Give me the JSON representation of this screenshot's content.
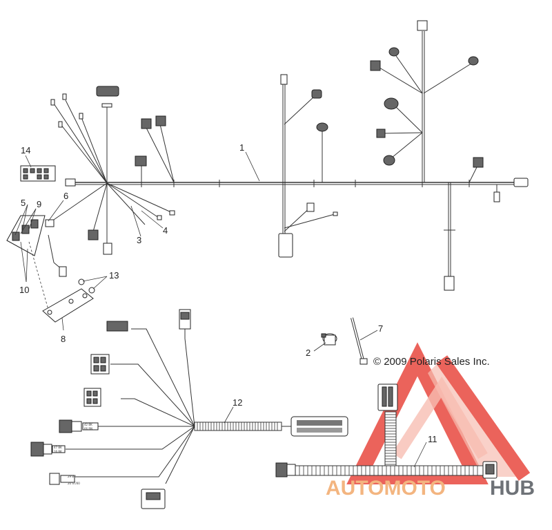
{
  "diagram": {
    "callouts": {
      "c1": "1",
      "c2": "2",
      "c3": "3",
      "c4": "4",
      "c5": "5",
      "c6": "6",
      "c7": "7",
      "c8": "8",
      "c9": "9",
      "c10": "10",
      "c11": "11",
      "c12": "12",
      "c13": "13",
      "c14": "14"
    },
    "copyright": "© 2009 Polaris Sales Inc.",
    "watermark": {
      "part1": "AUTOMOTO",
      "part2": "HUB",
      "color_accent": "#e8483f",
      "color_light": "#f2a96b",
      "color_dark": "#555a60"
    }
  }
}
